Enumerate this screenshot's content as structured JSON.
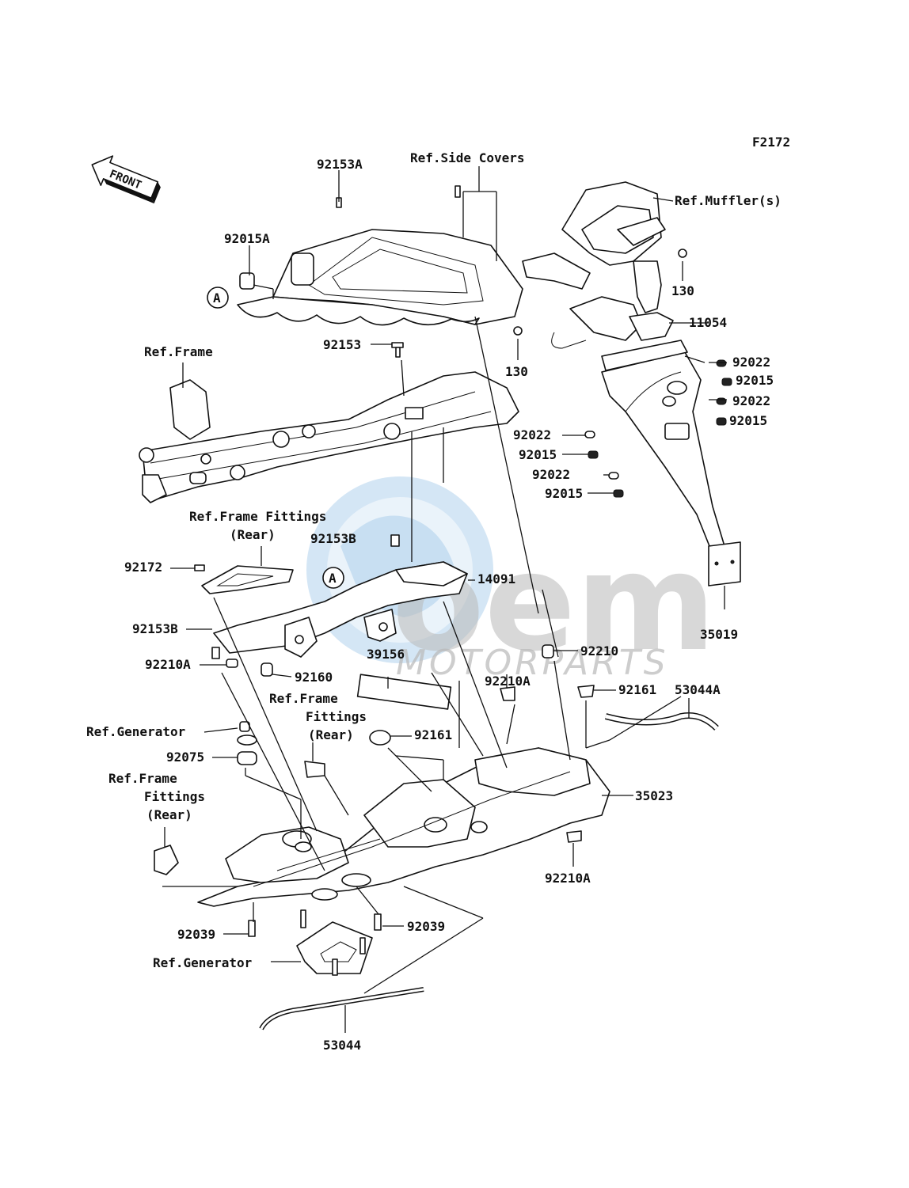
{
  "figure_code": "F2172",
  "front_marker": "FRONT",
  "callout_symbol": "A",
  "watermark": {
    "brand": "oem",
    "sub": "MOTORPARTS"
  },
  "labels": {
    "ref_side_covers": "Ref.Side Covers",
    "ref_mufflers": "Ref.Muffler(s)",
    "ref_frame": "Ref.Frame",
    "ref_frame_fittings_rear_1a": "Ref.Frame Fittings",
    "ref_frame_fittings_rear_1b": "(Rear)",
    "ref_frame_fittings_rear_2a": "Ref.Frame",
    "ref_frame_fittings_rear_2b": "Fittings",
    "ref_frame_fittings_rear_2c": "(Rear)",
    "ref_frame_fittings_rear_3a": "Ref.Frame",
    "ref_frame_fittings_rear_3b": "Fittings",
    "ref_frame_fittings_rear_3c": "(Rear)",
    "ref_generator_1": "Ref.Generator",
    "ref_generator_2": "Ref.Generator",
    "p_92153A": "92153A",
    "p_92015A": "92015A",
    "p_92153": "92153",
    "p_130_top": "130",
    "p_130_left": "130",
    "p_11054": "11054",
    "p_92022_a": "92022",
    "p_92015_a": "92015",
    "p_92022_b": "92022",
    "p_92015_b": "92015",
    "p_92022_c": "92022",
    "p_92015_c": "92015",
    "p_92022_d": "92022",
    "p_92015_d": "92015",
    "p_35019": "35019",
    "p_92153B_top": "92153B",
    "p_14091": "14091",
    "p_92172": "92172",
    "p_92153B_left": "92153B",
    "p_92210A_left": "92210A",
    "p_92160": "92160",
    "p_92210": "92210",
    "p_39156": "39156",
    "p_92210A_mid": "92210A",
    "p_92161_right": "92161",
    "p_53044A": "53044A",
    "p_92161_mid": "92161",
    "p_92075": "92075",
    "p_35023": "35023",
    "p_92210A_bottom": "92210A",
    "p_92039_left": "92039",
    "p_92039_mid": "92039",
    "p_53044": "53044"
  }
}
